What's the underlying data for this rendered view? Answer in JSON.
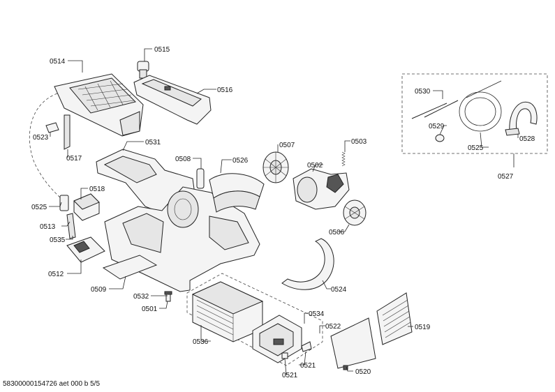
{
  "labels": {
    "p0514": "0514",
    "p0515": "0515",
    "p0516": "0516",
    "p0523": "0523",
    "p0517": "0517",
    "p0531": "0531",
    "p0508": "0508",
    "p0526": "0526",
    "p0507": "0507",
    "p0502": "0502",
    "p0503": "0503",
    "p0530": "0530",
    "p0529": "0529",
    "p0525a": "0525",
    "p0528": "0528",
    "p0527": "0527",
    "p0518": "0518",
    "p0525b": "0525",
    "p0513": "0513",
    "p0535": "0535",
    "p0506": "0506",
    "p0512": "0512",
    "p0509": "0509",
    "p0532": "0532",
    "p0524": "0524",
    "p0501": "0501",
    "p0534": "0534",
    "p0522": "0522",
    "p0519": "0519",
    "p0536": "0536",
    "p0521a": "0521",
    "p0520": "0520",
    "p0521b": "0521"
  },
  "footer": "58300000154726 aet 000 b 5/5"
}
